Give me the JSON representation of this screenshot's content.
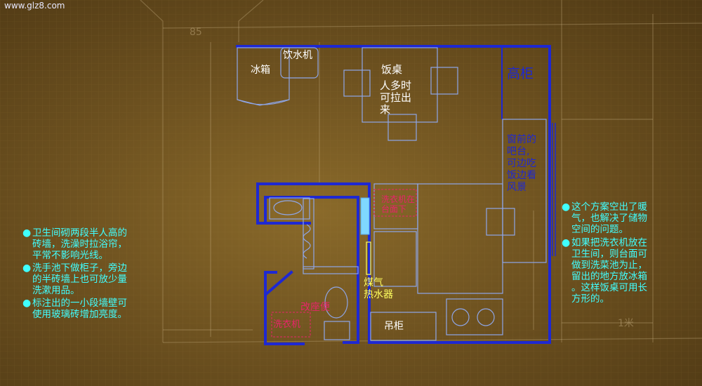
{
  "watermark": "www.glz8.com",
  "colors": {
    "wall": "#1e28d2",
    "furniture": "#8ea6e8",
    "note": "#40ffff",
    "warn": "#e8246a",
    "heater": "#ffff60"
  },
  "rooms": {
    "fridge": "冰箱",
    "water_dispenser": "饮水机",
    "dining_table": "饭桌",
    "table_note": [
      "人多时",
      "可拉出",
      "来"
    ],
    "tall_cabinet": "高柜",
    "bar_counter": [
      "窗前的",
      "吧台,",
      "可边吃",
      "饭边看",
      "风景"
    ],
    "washer_note": [
      "洗衣机在",
      "台面下"
    ],
    "gas_heater": [
      "煤气",
      "热水器"
    ],
    "toilet_change": "改座便",
    "washer_bath": "洗衣机",
    "hanging_cabinet": "吊柜"
  },
  "notes_left": [
    [
      "卫生间砌两段半人高的",
      "砖墙，洗澡时拉浴帘，",
      "平常不影响光线。"
    ],
    [
      "洗手池下做柜子，旁边",
      "的半砖墙上也可放少量",
      "洗漱用品。"
    ],
    [
      "标注出的一小段墙壁可",
      "使用玻璃砖增加亮度。"
    ]
  ],
  "notes_right": [
    [
      "这个方案空出了暖",
      "气，也解决了储物",
      "空间的问题。"
    ],
    [
      "如果把洗衣机放在",
      "卫生间，则台面可",
      "做到洗菜池为止，",
      "留出的地方放冰箱",
      "。这样饭桌可用长",
      "方形的。"
    ]
  ],
  "dimensions": [
    "85",
    "1米"
  ]
}
